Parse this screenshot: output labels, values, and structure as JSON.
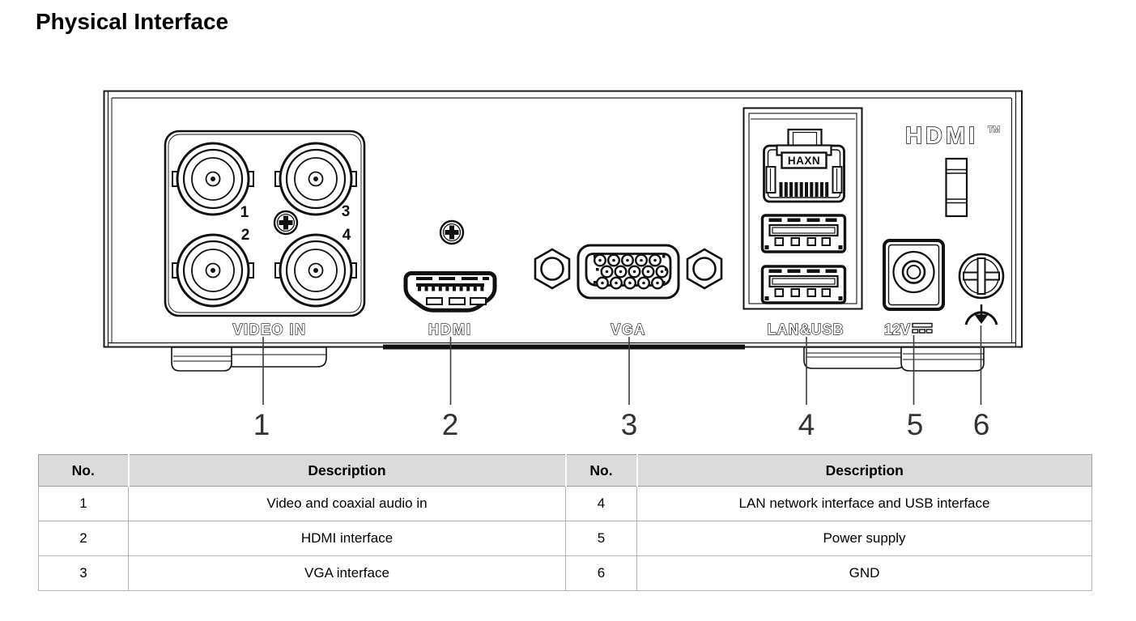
{
  "title": "Physical Interface",
  "figure": {
    "video_in_label": "VIDEO IN",
    "hdmi_label": "HDMI",
    "vga_label": "VGA",
    "lan_usb_label": "LAN&USB",
    "power_label": "12V",
    "hdmi_logo": "HDMI",
    "hdmi_logo_tm": "TM",
    "rj45_brand": "HAXN",
    "bnc_numbers": [
      "1",
      "2",
      "3",
      "4"
    ],
    "callout_numbers": [
      "1",
      "2",
      "3",
      "4",
      "5",
      "6"
    ],
    "line_color": "#1a1a1a"
  },
  "table": {
    "headers": [
      "No.",
      "Description",
      "No.",
      "Description"
    ],
    "rows": [
      {
        "no_left": "1",
        "desc_left": "Video and coaxial audio in",
        "no_right": "4",
        "desc_right": "LAN network interface and USB interface"
      },
      {
        "no_left": "2",
        "desc_left": "HDMI interface",
        "no_right": "5",
        "desc_right": "Power supply"
      },
      {
        "no_left": "3",
        "desc_left": "VGA interface",
        "no_right": "6",
        "desc_right": "GND"
      }
    ]
  }
}
